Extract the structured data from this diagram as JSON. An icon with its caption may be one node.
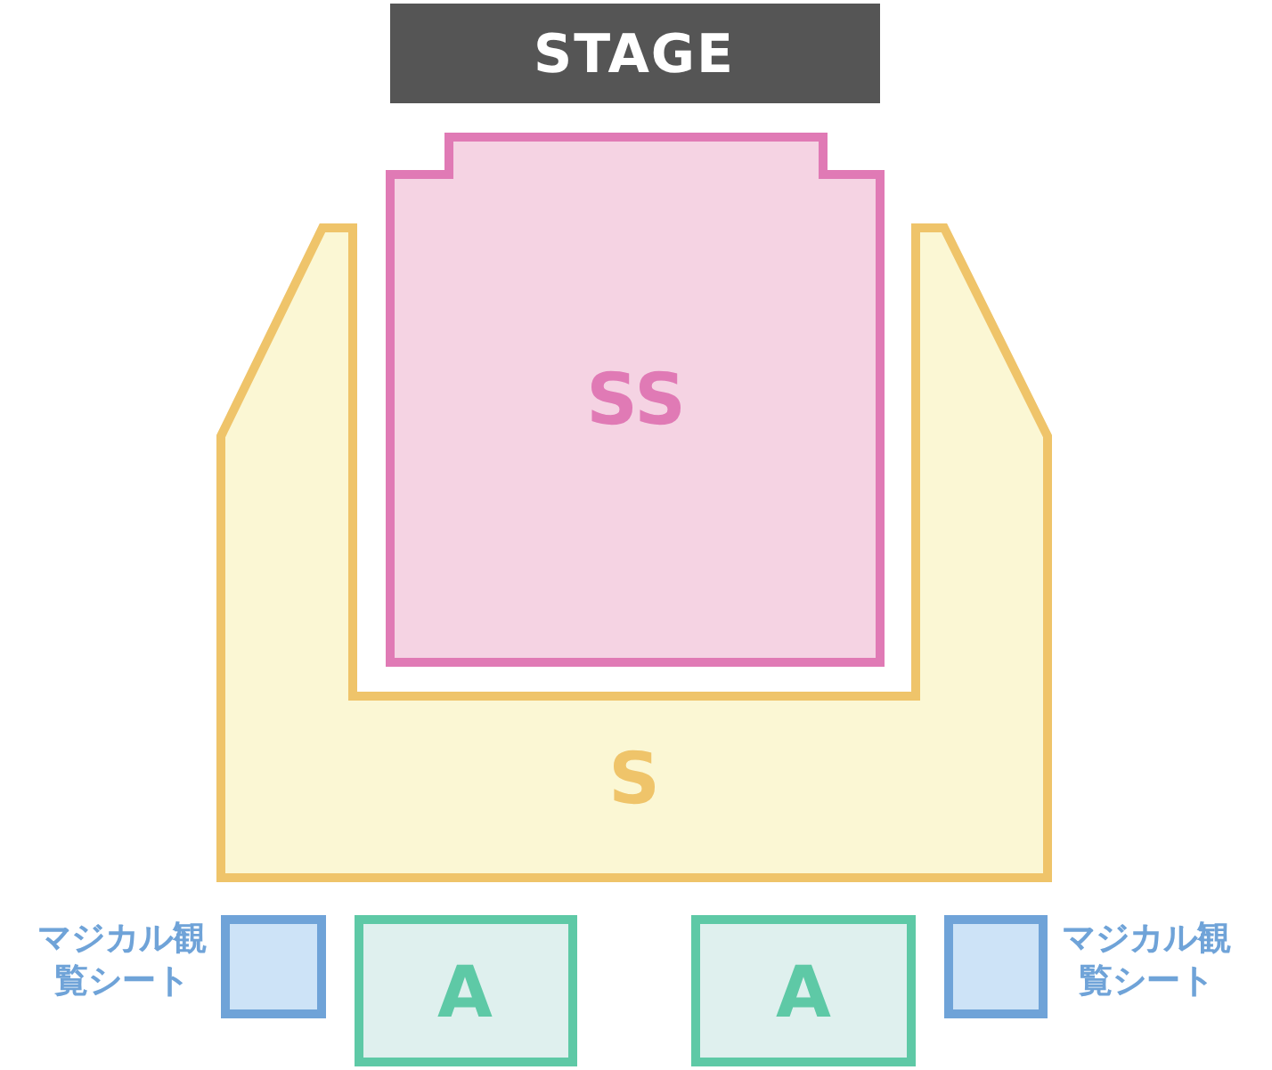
{
  "diagram": {
    "nodes": [
      {
        "text": [
          "STAGE"
        ]
      },
      {
        "text": [
          "SS"
        ]
      },
      {
        "text": [
          "S"
        ]
      },
      {
        "text": [],
        "shape": "box",
        "beside": [
          "マジカル観覧シート"
        ]
      },
      {
        "text": [
          "A"
        ]
      },
      {
        "text": [
          "A"
        ]
      },
      {
        "text": [],
        "shape": "box",
        "beside": [
          "マジカル観覧シート"
        ]
      }
    ]
  }
}
